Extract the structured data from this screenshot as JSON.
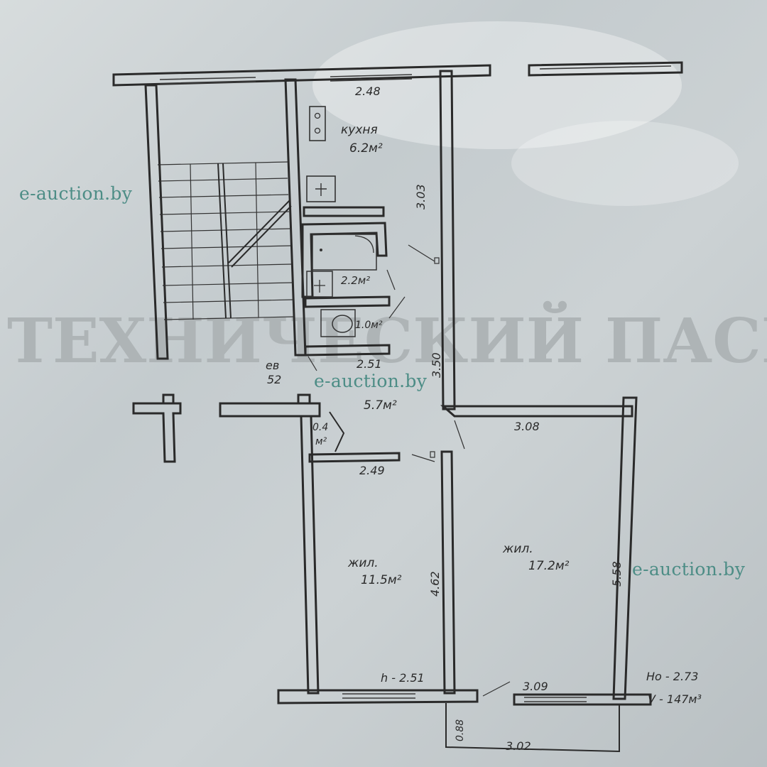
{
  "watermark": "e-auction.by",
  "background_stamp": "ТЕХНИЧЕСКИЙ ПАСПОРТ",
  "rooms": {
    "kitchen": {
      "name": "кухня",
      "area": "6.2м²"
    },
    "bath": {
      "area": "2.2м²"
    },
    "wc": {
      "area": "1.0м²"
    },
    "hall": {
      "area": "5.7м²"
    },
    "closet": {
      "line1": "0.4",
      "line2": "м²"
    },
    "bedroom": {
      "name": "жил.",
      "area": "11.5м²"
    },
    "living": {
      "name": "жил.",
      "area": "17.2м²"
    }
  },
  "dimensions": {
    "kitchen_width": "2.48",
    "kitchen_length": "3.03",
    "corridor_length": "3.50",
    "wc_width": "2.51",
    "bedroom_top": "2.49",
    "bedroom_length": "4.62",
    "living_top": "3.08",
    "living_length": "5.58",
    "living_bottom": "3.09",
    "balcony_width": "3.02",
    "balcony_depth": "0.88"
  },
  "stairwell": {
    "label": "ев",
    "number": "52"
  },
  "notes": {
    "height_room": "h - 2.51",
    "height_total": "Hо - 2.73",
    "volume": "V - 147м³"
  }
}
